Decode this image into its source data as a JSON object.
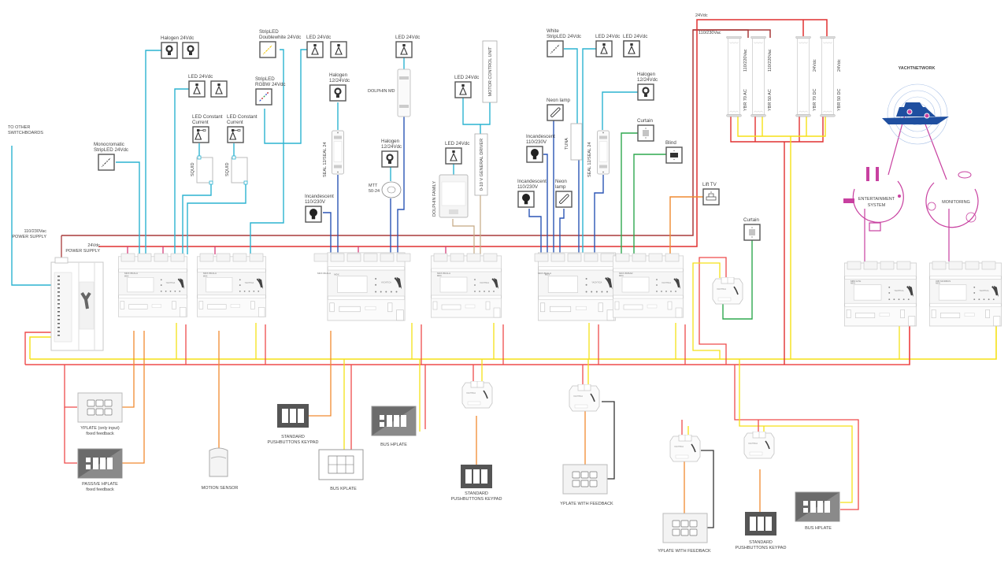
{
  "colors": {
    "power_ac": "#e03131",
    "power_ac_dark": "#a83a3a",
    "power_dc": "#e8484b",
    "bus_yellow": "#f5e117",
    "bus_red": "#ef4b4b",
    "light_cyan": "#2cb3d1",
    "dimmer_blue": "#2b55b5",
    "motor_green": "#2fa84f",
    "input_orange": "#f08a30",
    "dali_pink": "#d63d7a",
    "network_magenta": "#c840a0",
    "yacht_blue": "#1f4fa0",
    "ctrl_brown": "#c4a882",
    "icon_dark": "#555555"
  },
  "supply": {
    "to_other_switchboards": [
      "TO OTHER",
      "SWITCHBOARDS"
    ],
    "ac_supply": [
      "110/230Vac",
      "POWER SUPPLY"
    ],
    "dc_supply": [
      "24Vdc",
      "POWER SUPPLY"
    ],
    "top_24v": "24Vdc",
    "top_ac": "110/230Vac"
  },
  "loads": [
    {
      "id": "halogen-24-a",
      "label": [
        "Halogen 24Vdc"
      ],
      "icon": "bulb-outline-icon"
    },
    {
      "id": "led-24-a",
      "label": [
        "LED 24Vdc"
      ],
      "icon": "led-spot-icon"
    },
    {
      "id": "led-cc-1",
      "label": [
        "LED Constant",
        "Current"
      ],
      "icon": "led-cc-icon"
    },
    {
      "id": "led-cc-2",
      "label": [
        "LED Constant",
        "Current"
      ],
      "icon": "led-cc-icon"
    },
    {
      "id": "mono-strip",
      "label": [
        "Monocromatic",
        "StripLED 24Vdc"
      ],
      "icon": "strip-led-icon"
    },
    {
      "id": "strip-dw",
      "label": [
        "StripLED",
        "Doublewhite 24Vdc"
      ],
      "icon": "strip-led-doublewhite-icon"
    },
    {
      "id": "strip-rgbw",
      "label": [
        "StripLED",
        "RGBW 24Vdc"
      ],
      "icon": "strip-led-rgbw-icon"
    },
    {
      "id": "led-24-b",
      "label": [
        "LED 24Vdc"
      ],
      "icon": "led-spot-icon"
    },
    {
      "id": "halogen-1224-a",
      "label": [
        "Halogen",
        "12/24Vdc"
      ],
      "icon": "bulb-outline-icon"
    },
    {
      "id": "incandescent-a",
      "label": [
        "Incandescent",
        "110/230V"
      ],
      "icon": "bulb-filled-icon"
    },
    {
      "id": "led-24-c",
      "label": [
        "LED 24Vdc"
      ],
      "icon": "led-spot-icon"
    },
    {
      "id": "halogen-1224-b",
      "label": [
        "Halogen",
        "12/24Vdc"
      ],
      "icon": "bulb-outline-icon"
    },
    {
      "id": "led-24-d",
      "label": [
        "LED 24Vdc"
      ],
      "icon": "led-spot-icon"
    },
    {
      "id": "led-24-e",
      "label": [
        "LED 24Vdc"
      ],
      "icon": "led-spot-icon"
    },
    {
      "id": "white-strip",
      "label": [
        "White",
        "StripLED 24Vdc"
      ],
      "icon": "strip-led-icon"
    },
    {
      "id": "led-24-f",
      "label": [
        "LED 24Vdc"
      ],
      "icon": "led-spot-icon"
    },
    {
      "id": "led-24-g",
      "label": [
        "LED 24Vdc"
      ],
      "icon": "led-spot-icon"
    },
    {
      "id": "halogen-1224-c",
      "label": [
        "Halogen",
        "12/24Vdc"
      ],
      "icon": "bulb-outline-icon"
    },
    {
      "id": "neon-a",
      "label": [
        "Neon lamp"
      ],
      "icon": "neon-lamp-icon"
    },
    {
      "id": "incandescent-b",
      "label": [
        "Incandescent",
        "110/230V"
      ],
      "icon": "bulb-filled-icon"
    },
    {
      "id": "incandescent-c",
      "label": [
        "Incandescent",
        "110/230V"
      ],
      "icon": "bulb-filled-icon"
    },
    {
      "id": "neon-b",
      "label": [
        "Neon",
        "lamp"
      ],
      "icon": "neon-lamp-icon"
    },
    {
      "id": "curtain-a",
      "label": [
        "Curtain"
      ],
      "icon": "curtain-icon"
    },
    {
      "id": "blind",
      "label": [
        "Blind"
      ],
      "icon": "blind-icon"
    },
    {
      "id": "lift-tv",
      "label": [
        "Lift TV"
      ],
      "icon": "lift-tv-icon"
    },
    {
      "id": "curtain-b",
      "label": [
        "Curtain"
      ],
      "icon": "curtain-icon"
    }
  ],
  "drivers": {
    "squid_1": "SQUID",
    "squid_2": "SQUID",
    "seal_1": "SEAL 12/SEAL 24",
    "seal_2": "SEAL 12/SEAL 24",
    "dolphin_md": "DOLPHIN MD",
    "mtt": [
      "MTT",
      "50-24"
    ],
    "dolphin_family": "DOLPHIN FAMILY",
    "motor_control": "MOTOR CONTROL UNIT",
    "general_driver": "0-10 V GENERAL DRIVER",
    "tuna": "TUNA"
  },
  "ybr_units": [
    {
      "model": "YBR 70 AC",
      "voltage": "110/220Vac"
    },
    {
      "model": "YBR 50 AC",
      "voltage": "110/220Vac"
    },
    {
      "model": "YBR 70 DC",
      "voltage": "24Vdc"
    },
    {
      "model": "YBR 50 DC",
      "voltage": "24Vdc"
    }
  ],
  "network": {
    "title": "YACHTNETWORK",
    "entertainment": [
      "ENTERTAINMENT",
      "SYSTEM"
    ],
    "monitoring": "MONITORING"
  },
  "controllers": {
    "brand": "YACHTICA",
    "module_labels": [
      "MDX 8DALA",
      "MDX 8DALA",
      "MDX 8DALA",
      "MDX 8DALA",
      "MDX 8DALA",
      "MDX 8DBAR",
      "MBX ETH",
      "IOB MODBUS"
    ]
  },
  "keypads": [
    {
      "id": "yplate-input",
      "label": [
        "YPLATE (only input)",
        "fixed feedback"
      ]
    },
    {
      "id": "passive-hplate",
      "label": [
        "PASSIVE HPLATE",
        "fixed feedback"
      ]
    },
    {
      "id": "motion-sensor",
      "label": [
        "MOTION SENSOR"
      ]
    },
    {
      "id": "std-keypad-1",
      "label": [
        "STANDARD",
        "PUSHBUTTONS KEYPAD"
      ]
    },
    {
      "id": "bus-kplate",
      "label": [
        "BUS KPLATE"
      ]
    },
    {
      "id": "bus-hplate-1",
      "label": [
        "BUS HPLATE"
      ]
    },
    {
      "id": "std-keypad-2",
      "label": [
        "STANDARD",
        "PUSHBUTTONS KEYPAD"
      ]
    },
    {
      "id": "yplate-fb-1",
      "label": [
        "YPLATE WITH FEEDBACK"
      ]
    },
    {
      "id": "yplate-fb-2",
      "label": [
        "YPLATE WITH FEEDBACK"
      ]
    },
    {
      "id": "std-keypad-3",
      "label": [
        "STANDARD",
        "PUSHBUTTONS KEYPAD"
      ]
    },
    {
      "id": "bus-hplate-2",
      "label": [
        "BUS HPLATE"
      ]
    }
  ]
}
